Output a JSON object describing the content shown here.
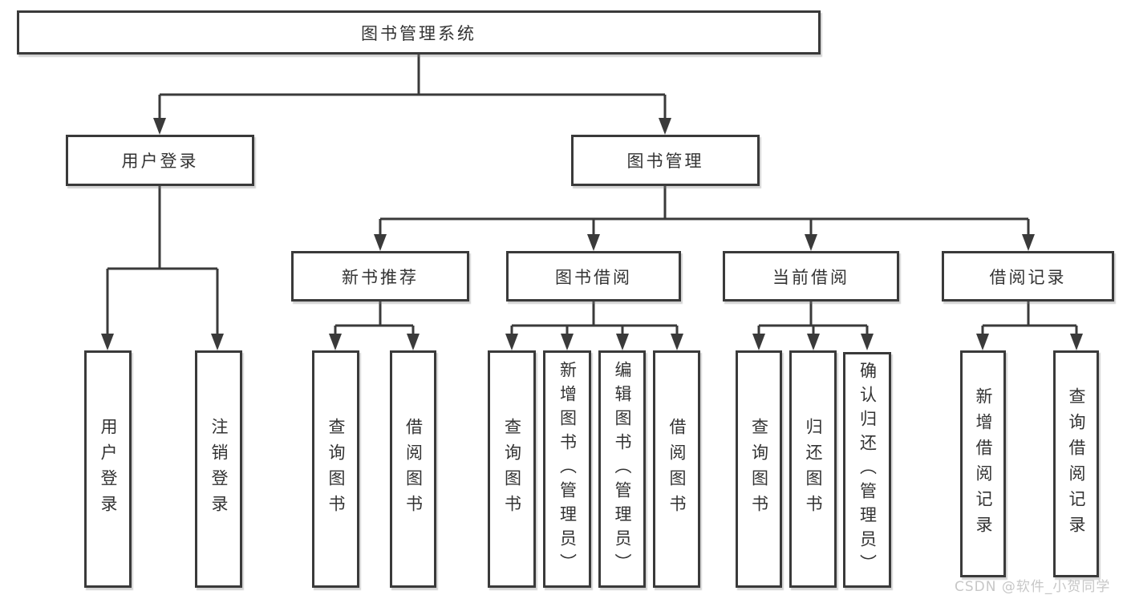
{
  "tree": {
    "label": "图书管理系统",
    "children": [
      {
        "label": "用户登录",
        "children": [
          {
            "label": "用户登录"
          },
          {
            "label": "注销登录"
          }
        ]
      },
      {
        "label": "图书管理",
        "children": [
          {
            "label": "新书推荐",
            "children": [
              {
                "label": "查询图书"
              },
              {
                "label": "借阅图书"
              }
            ]
          },
          {
            "label": "图书借阅",
            "children": [
              {
                "label": "查询图书"
              },
              {
                "label": "新增图书（管理员）"
              },
              {
                "label": "编辑图书（管理员）"
              },
              {
                "label": "借阅图书"
              }
            ]
          },
          {
            "label": "当前借阅",
            "children": [
              {
                "label": "查询图书"
              },
              {
                "label": "归还图书"
              },
              {
                "label": "确认归还（管理员）"
              }
            ]
          },
          {
            "label": "借阅记录",
            "children": [
              {
                "label": "新增借阅记录"
              },
              {
                "label": "查询借阅记录"
              }
            ]
          }
        ]
      }
    ]
  },
  "watermark": "CSDN @软件_小贺同学",
  "colors": {
    "line": "#3a3a3a",
    "text": "#333333",
    "watermark": "#c7c7c7",
    "background": "#ffffff"
  }
}
